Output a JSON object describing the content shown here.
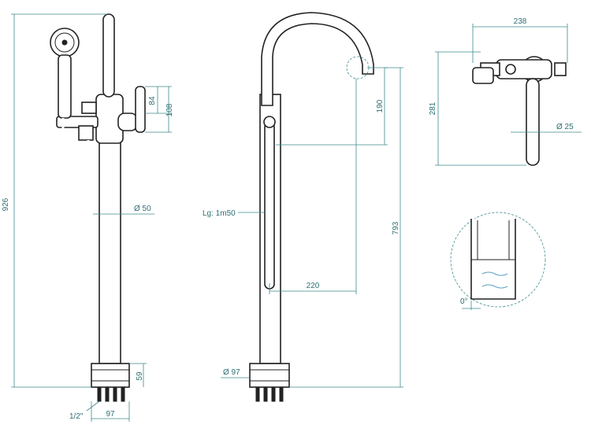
{
  "dimensions": {
    "total_height": "926",
    "lever_84": "84",
    "lever_108": "108",
    "column_diameter": "Ø 50",
    "base_height": "59",
    "base_width": "97",
    "thread": "1/2\"",
    "spout_190": "190",
    "spout_height": "793",
    "hose_length": "Lg: 1m50",
    "spout_reach": "220",
    "base_diameter": "Ø 97",
    "top_width": "238",
    "top_depth": "281",
    "handle_diameter": "Ø 25",
    "aerator_angle": "0°"
  },
  "colors": {
    "dimension": "#3f8a8e",
    "water": "#a9d6ef",
    "outline": "#222222"
  }
}
